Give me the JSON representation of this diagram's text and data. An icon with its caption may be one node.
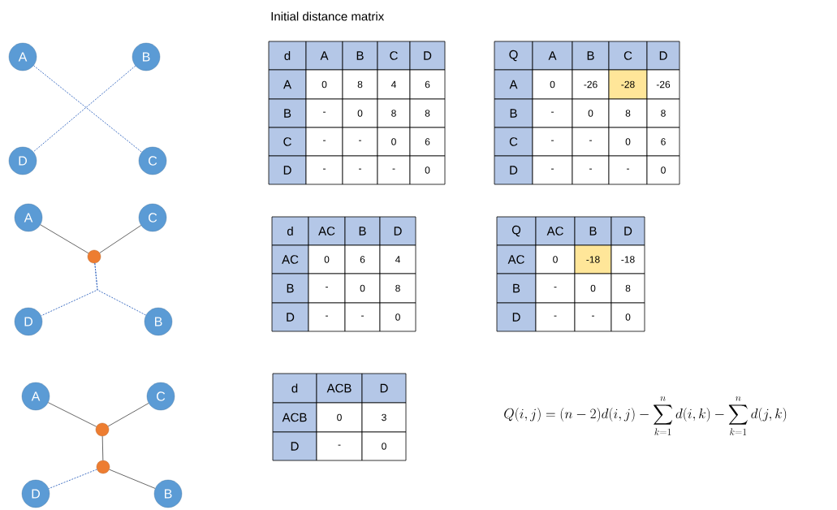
{
  "diagram": {
    "title": "Initial distance matrix",
    "nodes": [
      {
        "text": [
          "A"
        ]
      },
      {
        "text": [
          "B"
        ]
      },
      {
        "text": [
          "D"
        ]
      },
      {
        "text": [
          "C"
        ]
      },
      {
        "text": [
          "A"
        ]
      },
      {
        "text": [
          "C"
        ]
      },
      {
        "text": [],
        "shape": "circle"
      },
      {
        "text": [
          "D"
        ]
      },
      {
        "text": [
          "B"
        ]
      },
      {
        "text": [
          "A"
        ]
      },
      {
        "text": [
          "C"
        ]
      },
      {
        "text": [],
        "shape": "circle"
      },
      {
        "text": [],
        "shape": "circle"
      },
      {
        "text": [
          "D"
        ]
      },
      {
        "text": [
          "B"
        ]
      }
    ],
    "edges": [
      {
        "from": 0,
        "to": 3,
        "arrow": "none",
        "style": "dashed",
        "color": "#4472c4"
      },
      {
        "from": 1,
        "to": 2,
        "arrow": "none",
        "style": "dashed",
        "color": "#4472c4"
      },
      {
        "from": 4,
        "to": 6,
        "arrow": "none"
      },
      {
        "from": 5,
        "to": 6,
        "arrow": "none"
      },
      {
        "from": 6,
        "to": 7,
        "arrow": "none",
        "style": "dashed",
        "color": "#4472c4"
      },
      {
        "from": 6,
        "to": 8,
        "arrow": "none",
        "style": "dashed",
        "color": "#4472c4"
      },
      {
        "from": 9,
        "to": 11,
        "arrow": "none"
      },
      {
        "from": 10,
        "to": 11,
        "arrow": "none"
      },
      {
        "from": 11,
        "to": 12,
        "arrow": "none"
      },
      {
        "from": 12,
        "to": 13,
        "arrow": "none",
        "style": "dashed",
        "color": "#4472c4"
      },
      {
        "from": 12,
        "to": 14,
        "arrow": "none"
      }
    ],
    "labels": [
      "d",
      "A",
      "B",
      "C",
      "D",
      "A",
      "0",
      "8",
      "4",
      "6",
      "B",
      "-",
      "0",
      "8",
      "8",
      "C",
      "-",
      "-",
      "0",
      "6",
      "D",
      "-",
      "-",
      "-",
      "0",
      "Q",
      "A",
      "B",
      "C",
      "D",
      "A",
      "0",
      "-26",
      "-28",
      "-26",
      "B",
      "-",
      "0",
      "8",
      "8",
      "C",
      "-",
      "-",
      "0",
      "6",
      "D",
      "-",
      "-",
      "-",
      "0",
      "d",
      "AC",
      "B",
      "D",
      "AC",
      "0",
      "6",
      "4",
      "B",
      "-",
      "0",
      "8",
      "D",
      "-",
      "-",
      "0",
      "Q",
      "AC",
      "B",
      "D",
      "AC",
      "0",
      "-18",
      "-18",
      "B",
      "-",
      "0",
      "8",
      "D",
      "-",
      "-",
      "0",
      "d",
      "ACB",
      "D",
      "ACB",
      "0",
      "3",
      "D",
      "-",
      "0",
      "Q(i,j) = (n-2)d(i,j) - \\sum_{k=1}^{n} d(i,k) - \\sum_{k=1}^{n} d(j,k)"
    ]
  }
}
